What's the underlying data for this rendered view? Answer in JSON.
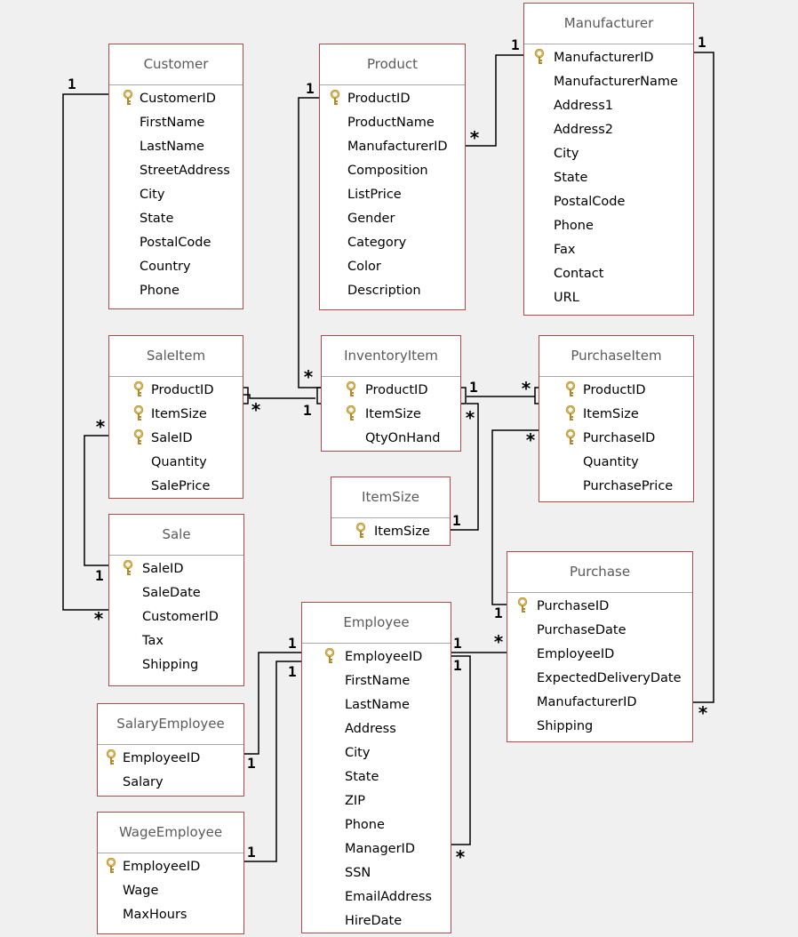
{
  "tables": {
    "customer": {
      "name": "Customer",
      "fields": [
        "CustomerID",
        "FirstName",
        "LastName",
        "StreetAddress",
        "City",
        "State",
        "PostalCode",
        "Country",
        "Phone"
      ],
      "keys": [
        0
      ]
    },
    "product": {
      "name": "Product",
      "fields": [
        "ProductID",
        "ProductName",
        "ManufacturerID",
        "Composition",
        "ListPrice",
        "Gender",
        "Category",
        "Color",
        "Description"
      ],
      "keys": [
        0
      ]
    },
    "manufacturer": {
      "name": "Manufacturer",
      "fields": [
        "ManufacturerID",
        "ManufacturerName",
        "Address1",
        "Address2",
        "City",
        "State",
        "PostalCode",
        "Phone",
        "Fax",
        "Contact",
        "URL"
      ],
      "keys": [
        0
      ]
    },
    "saleitem": {
      "name": "SaleItem",
      "fields": [
        "ProductID",
        "ItemSize",
        "SaleID",
        "Quantity",
        "SalePrice"
      ],
      "keys": [
        0,
        1,
        2
      ]
    },
    "inventoryitem": {
      "name": "InventoryItem",
      "fields": [
        "ProductID",
        "ItemSize",
        "QtyOnHand"
      ],
      "keys": [
        0,
        1
      ]
    },
    "purchaseitem": {
      "name": "PurchaseItem",
      "fields": [
        "ProductID",
        "ItemSize",
        "PurchaseID",
        "Quantity",
        "PurchasePrice"
      ],
      "keys": [
        0,
        1,
        2
      ]
    },
    "itemsize": {
      "name": "ItemSize",
      "fields": [
        "ItemSize"
      ],
      "keys": [
        0
      ]
    },
    "sale": {
      "name": "Sale",
      "fields": [
        "SaleID",
        "SaleDate",
        "CustomerID",
        "Tax",
        "Shipping"
      ],
      "keys": [
        0
      ]
    },
    "purchase": {
      "name": "Purchase",
      "fields": [
        "PurchaseID",
        "PurchaseDate",
        "EmployeeID",
        "ExpectedDeliveryDate",
        "ManufacturerID",
        "Shipping"
      ],
      "keys": [
        0
      ]
    },
    "employee": {
      "name": "Employee",
      "fields": [
        "EmployeeID",
        "FirstName",
        "LastName",
        "Address",
        "City",
        "State",
        "ZIP",
        "Phone",
        "ManagerID",
        "SSN",
        "EmailAddress",
        "HireDate"
      ],
      "keys": [
        0
      ]
    },
    "salaryemployee": {
      "name": "SalaryEmployee",
      "fields": [
        "EmployeeID",
        "Salary"
      ],
      "keys": [
        0
      ]
    },
    "wageemployee": {
      "name": "WageEmployee",
      "fields": [
        "EmployeeID",
        "Wage",
        "MaxHours"
      ],
      "keys": [
        0
      ]
    }
  },
  "cardinality": {
    "one": "1",
    "many": "*"
  },
  "colors": {
    "table_border": "#b24a4a",
    "line": "#000000",
    "key": "#c8a03c",
    "background": "#f0f0f0"
  },
  "icons": {
    "primary_key": "key-icon"
  }
}
